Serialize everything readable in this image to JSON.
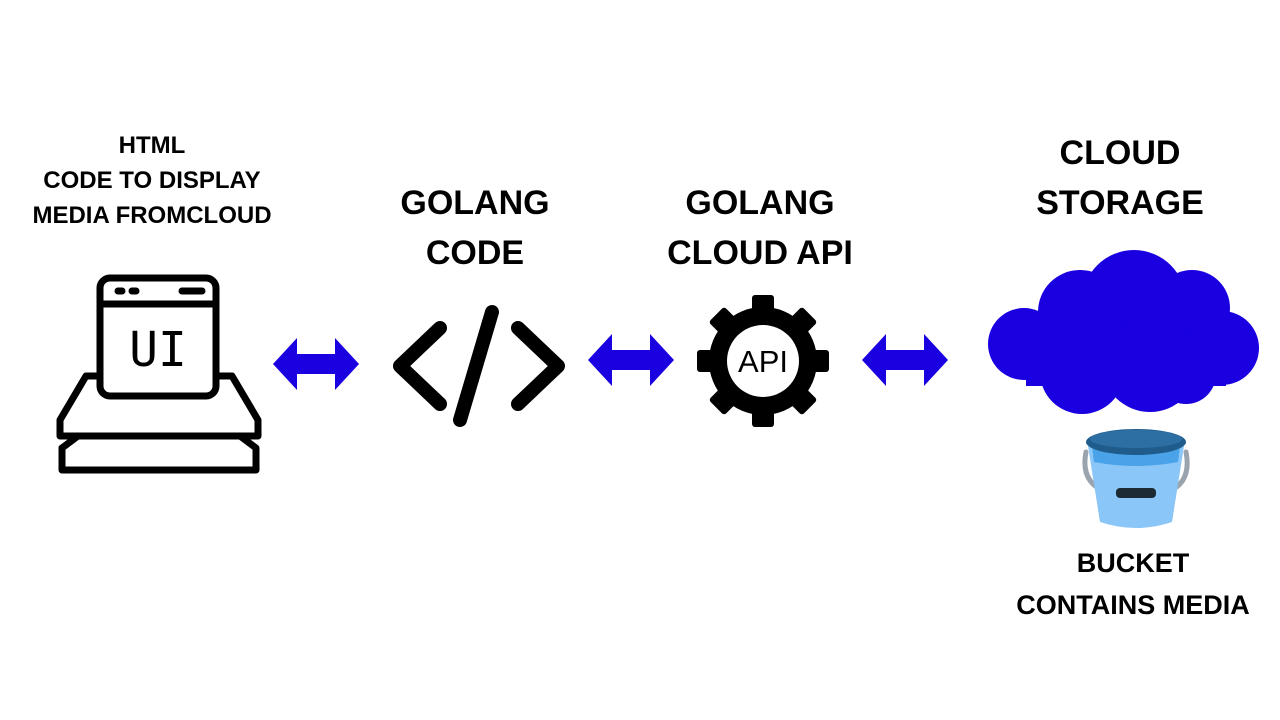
{
  "nodes": {
    "html_ui": {
      "lines": [
        "HTML",
        "CODE TO DISPLAY",
        "MEDIA FROMCLOUD"
      ],
      "icon": "ui-window-icon",
      "icon_text": "UI"
    },
    "golang_code": {
      "lines": [
        "GOLANG",
        "CODE"
      ],
      "icon": "code-brackets-icon"
    },
    "golang_api": {
      "lines": [
        "GOLANG",
        "CLOUD API"
      ],
      "icon": "api-gear-icon",
      "icon_text": "API"
    },
    "cloud_storage": {
      "lines": [
        "CLOUD",
        "STORAGE"
      ],
      "icon": "cloud-icon"
    },
    "bucket": {
      "lines": [
        "BUCKET",
        "CONTAINS MEDIA"
      ],
      "icon": "bucket-icon"
    }
  },
  "arrows": [
    {
      "from": "html_ui",
      "to": "golang_code",
      "type": "bidirectional"
    },
    {
      "from": "golang_code",
      "to": "golang_api",
      "type": "bidirectional"
    },
    {
      "from": "golang_api",
      "to": "cloud_storage",
      "type": "bidirectional"
    }
  ],
  "colors": {
    "accent": "#1a00e0",
    "bucket_light": "#8ac6f8",
    "bucket_dark": "#1f5c8c",
    "bucket_rim": "#4aa3e8",
    "handle": "#9aa4ae",
    "text": "#000000"
  }
}
